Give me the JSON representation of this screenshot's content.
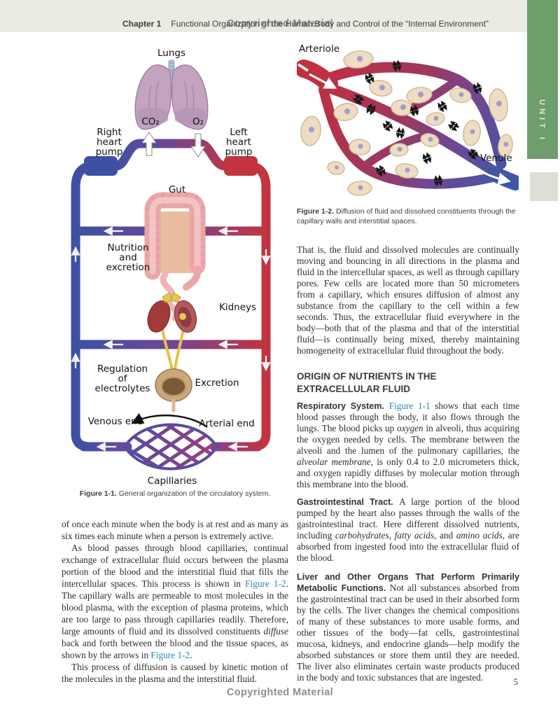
{
  "page": {
    "header": {
      "chapter_label": "Chapter 1",
      "title": "Functional Organization of the Human Body and Control of the “Internal Environment”"
    },
    "unit_tab": "UNIT I",
    "watermark": "Copyrighted Material",
    "page_number": "5"
  },
  "colors": {
    "venous_blue": "#3d50a5",
    "arterial_red": "#c23440",
    "capillary_purple": "#6f4794",
    "unit_green": "#6d9e6c",
    "header_gray": "#ebebe4",
    "figure_link_teal": "#2b85ad",
    "cell_beige": "#eedcc3",
    "nucleus_purple": "#a79bc8"
  },
  "figure1": {
    "labels": {
      "lungs": "Lungs",
      "co2": "CO₂",
      "o2": "O₂",
      "right_pump_1": "Right",
      "right_pump_2": "heart",
      "right_pump_3": "pump",
      "left_pump_1": "Left",
      "left_pump_2": "heart",
      "left_pump_3": "pump",
      "gut": "Gut",
      "nutrition_1": "Nutrition",
      "nutrition_2": "and",
      "nutrition_3": "excretion",
      "kidneys": "Kidneys",
      "regulation_1": "Regulation",
      "regulation_2": "of",
      "regulation_3": "electrolytes",
      "excretion": "Excretion",
      "venous_end": "Venous end",
      "arterial_end": "Arterial end",
      "capillaries": "Capillaries"
    },
    "caption_label": "Figure 1-1.",
    "caption_text": " General organization of the circulatory system."
  },
  "figure2": {
    "labels": {
      "arteriole": "Arteriole",
      "venule": "Venule"
    },
    "caption_label": "Figure 1-2.",
    "caption_text": " Diffusion of fluid and dissolved constituents through the capillary walls and interstitial spaces."
  },
  "left_column": {
    "para1": {
      "parts": [
        {
          "s": "n",
          "t": "of once each minute when the body is at rest and as many as six times each minute when a person is extremely active."
        }
      ]
    },
    "para2": {
      "parts": [
        {
          "s": "n",
          "t": "As blood passes through blood capillaries, continual exchange of extracellular fluid occurs between the plasma portion of the blood and the interstitial fluid that fills the intercellular spaces. This process is shown in "
        },
        {
          "s": "l",
          "t": "Figure 1-2"
        },
        {
          "s": "n",
          "t": ". The capillary walls are permeable to most molecules in the blood plasma, with the exception of plasma proteins, which are too large to pass through capillaries readily. Therefore, large amounts of fluid and its dissolved constituents "
        },
        {
          "s": "i",
          "t": "diffuse"
        },
        {
          "s": "n",
          "t": " back and forth between the blood and the tissue spaces, as shown by the arrows in "
        },
        {
          "s": "l",
          "t": "Figure 1-2"
        },
        {
          "s": "n",
          "t": "."
        }
      ]
    },
    "para3": {
      "parts": [
        {
          "s": "n",
          "t": "This process of diffusion is caused by kinetic motion of the molecules in the plasma and the interstitial fluid."
        }
      ]
    }
  },
  "right_column": {
    "para1": {
      "parts": [
        {
          "s": "n",
          "t": "That is, the fluid and dissolved molecules are continually moving and bouncing in all directions in the plasma and fluid in the intercellular spaces, as well as through capillary pores. Few cells are located more than 50 micrometers from a capillary, which ensures diffusion of almost any substance from the capillary to the cell within a few seconds. Thus, the extracellular fluid everywhere in the body—both that of the plasma and that of the interstitial fluid—is continually being mixed, thereby maintaining homogeneity of extracellular fluid throughout the body."
        }
      ]
    },
    "heading_1": "ORIGIN OF NUTRIENTS IN THE",
    "heading_2": "EXTRACELLULAR FLUID",
    "para2": {
      "parts": [
        {
          "s": "b",
          "t": "Respiratory System. "
        },
        {
          "s": "l",
          "t": "Figure 1-1"
        },
        {
          "s": "n",
          "t": " shows that each time blood passes through the body, it also flows through the lungs. The blood picks up "
        },
        {
          "s": "i",
          "t": "oxygen"
        },
        {
          "s": "n",
          "t": " in alveoli, thus acquiring the oxygen needed by cells. The membrane between the alveoli and the lumen of the pulmonary capillaries, the "
        },
        {
          "s": "i",
          "t": "alveolar membrane"
        },
        {
          "s": "n",
          "t": ", is only 0.4 to 2.0 micrometers thick, and oxygen rapidly diffuses by molecular motion through this membrane into the blood."
        }
      ]
    },
    "para3": {
      "parts": [
        {
          "s": "b",
          "t": "Gastrointestinal Tract. "
        },
        {
          "s": "n",
          "t": "A large portion of the blood pumped by the heart also passes through the walls of the gastrointestinal tract. Here different dissolved nutrients, including "
        },
        {
          "s": "i",
          "t": "carbohydrates, fatty acids,"
        },
        {
          "s": "n",
          "t": " and "
        },
        {
          "s": "i",
          "t": "amino acids,"
        },
        {
          "s": "n",
          "t": " are absorbed from ingested food into the extracellular fluid of the blood."
        }
      ]
    },
    "para4": {
      "parts": [
        {
          "s": "b",
          "t": "Liver and Other Organs That Perform Primarily Metabolic Functions. "
        },
        {
          "s": "n",
          "t": "Not all substances absorbed from the gastrointestinal tract can be used in their absorbed form by the cells. The liver changes the chemical compositions of many of these substances to more usable forms, and other tissues of the body—fat cells, gastrointestinal mucosa, kidneys, and endocrine glands—help modify the absorbed substances or store them until they are needed. The liver also eliminates certain waste products produced in the body and toxic substances that are ingested."
        }
      ]
    }
  }
}
